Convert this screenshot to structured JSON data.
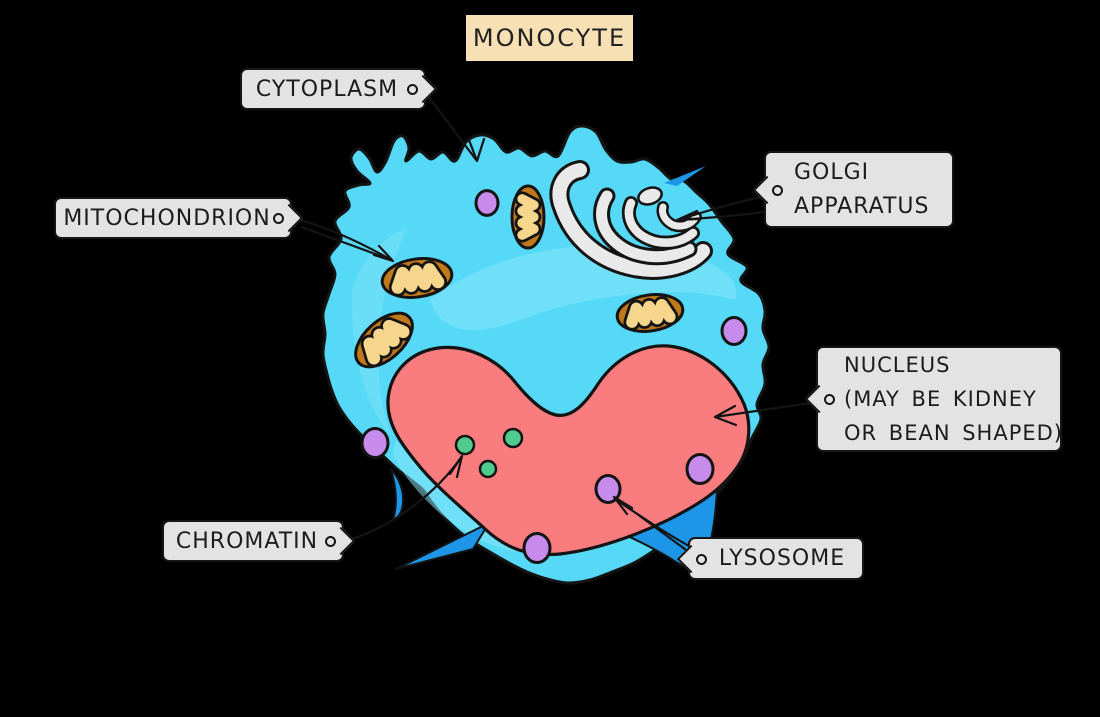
{
  "title": "MONOCYTE",
  "labels": {
    "cytoplasm": "CYTOPLASM",
    "mitochondrion": "MITOCHONDRION",
    "golgi": {
      "line1": "GOLGI",
      "line2": "APPARATUS"
    },
    "nucleus": {
      "line1": "NUCLEUS",
      "line2": "(MAY BE KIDNEY",
      "line3": "OR BEAN SHAPED)"
    },
    "chromatin": "CHROMATIN",
    "lysosome": "LYSOSOME"
  },
  "colors": {
    "background": "#000000",
    "cell": "#55D9F6",
    "cell_highlight": "#8BE7FA",
    "outline": "#141414",
    "nucleus": "#F97C7E",
    "mitochondrion_body": "#C2791C",
    "mitochondrion_cristae": "#F6D58C",
    "lysosome": "#C78BEB",
    "chromatin": "#4FCB8D",
    "golgi": "#E9E9E9",
    "pseudopod_blue": "#1D96E8",
    "label_bg": "#E3E3E3",
    "title_bg": "#F8E0B5",
    "label_text": "#1C1C1C"
  }
}
